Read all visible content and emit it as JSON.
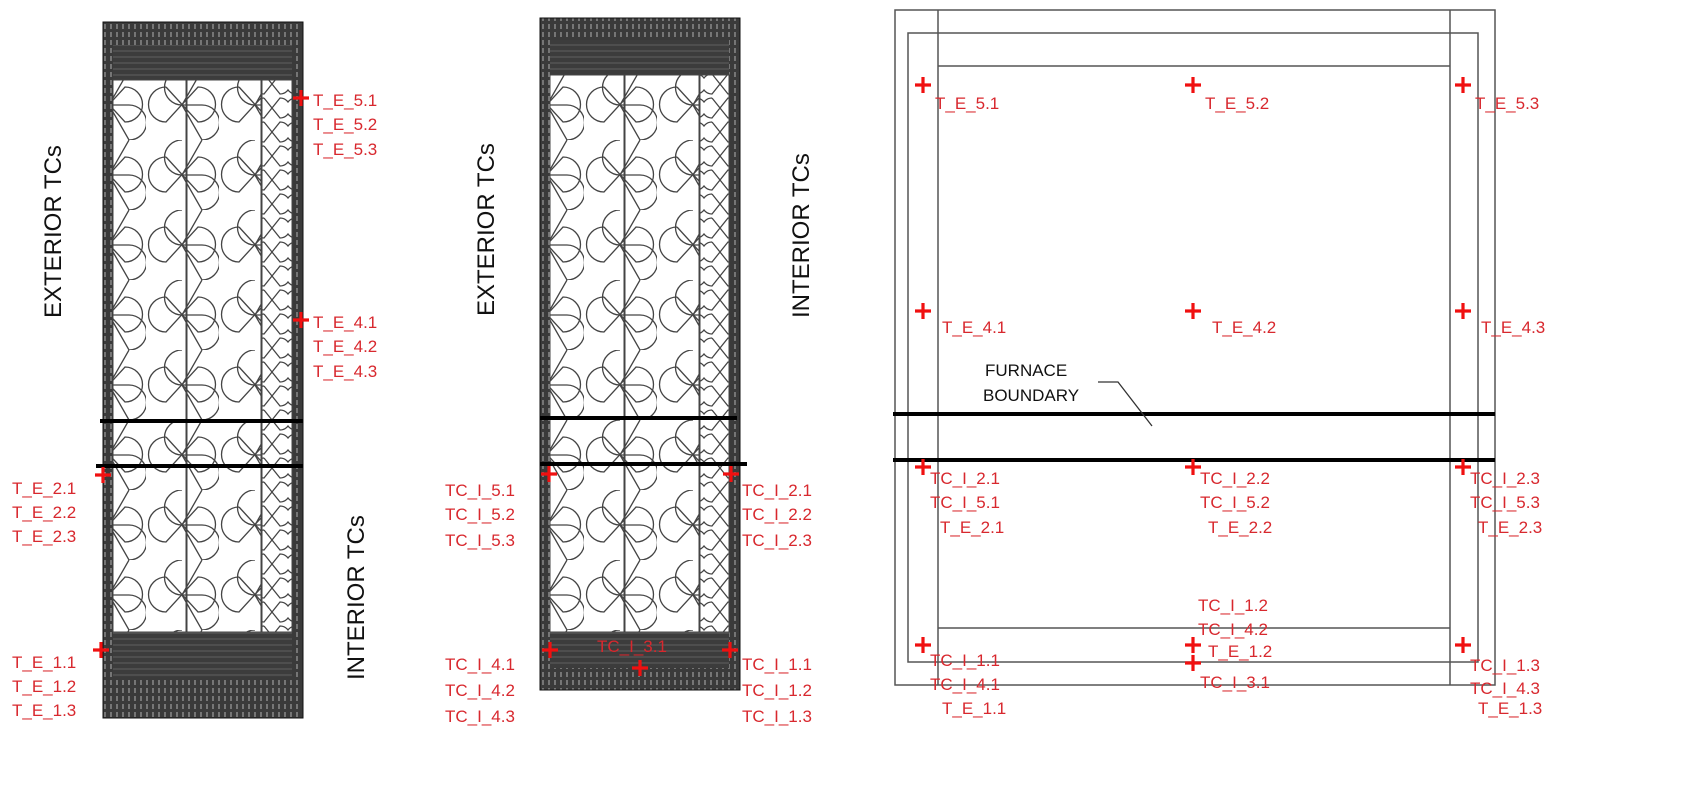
{
  "colors": {
    "label": "#d8282e",
    "cross": "#f01010",
    "line": "#000000"
  },
  "left_panel": {
    "exterior_title": "EXTERIOR TCs",
    "interior_title": "INTERIOR TCs",
    "labels": [
      "T_E_5.1",
      "T_E_5.2",
      "T_E_5.3",
      "T_E_4.1",
      "T_E_4.2",
      "T_E_4.3",
      "T_E_2.1",
      "T_E_2.2",
      "T_E_2.3",
      "T_E_1.1",
      "T_E_1.2",
      "T_E_1.3"
    ]
  },
  "middle_panel": {
    "exterior_title": "EXTERIOR TCs",
    "interior_title": "INTERIOR TCs",
    "labels": [
      "TC_I_5.1",
      "TC_I_5.2",
      "TC_I_5.3",
      "TC_I_2.1",
      "TC_I_2.2",
      "TC_I_2.3",
      "TC_I_4.1",
      "TC_I_4.2",
      "TC_I_4.3",
      "TC_I_1.1",
      "TC_I_1.2",
      "TC_I_1.3",
      "TC_I_3.1"
    ]
  },
  "right_panel": {
    "boundary_label": [
      "FURNACE",
      "BOUNDARY"
    ],
    "labels": [
      "T_E_5.1",
      "T_E_5.2",
      "T_E_5.3",
      "T_E_4.1",
      "T_E_4.2",
      "T_E_4.3",
      "TC_I_2.1",
      "TC_I_5.1",
      "T_E_2.1",
      "TC_I_2.2",
      "TC_I_5.2",
      "T_E_2.2",
      "TC_I_2.3",
      "TC_I_5.3",
      "T_E_2.3",
      "TC_I_1.2",
      "TC_I_4.2",
      "T_E_1.2",
      "TC_I_3.1",
      "TC_I_1.1",
      "TC_I_4.1",
      "T_E_1.1",
      "TC_I_1.3",
      "TC_I_4.3",
      "T_E_1.3"
    ]
  }
}
